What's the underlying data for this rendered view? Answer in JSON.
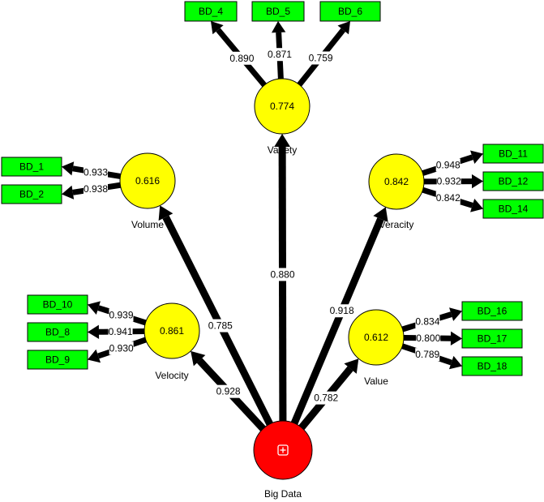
{
  "colors": {
    "construct_fill": "#ffff00",
    "root_fill": "#ff0000",
    "indicator_fill": "#00ff00",
    "path": "#000000",
    "label_bg": "#ffffff"
  },
  "root": {
    "id": "big_data",
    "label": "Big Data",
    "icon": "expand-plus-icon"
  },
  "constructs": [
    {
      "id": "variety",
      "label": "Variety",
      "r2": "0.774",
      "path_coef": "0.880"
    },
    {
      "id": "volume",
      "label": "Volume",
      "r2": "0.616",
      "path_coef": "0.785"
    },
    {
      "id": "veracity",
      "label": "Veracity",
      "r2": "0.842",
      "path_coef": "0.918"
    },
    {
      "id": "velocity",
      "label": "Velocity",
      "r2": "0.861",
      "path_coef": "0.928"
    },
    {
      "id": "value",
      "label": "Value",
      "r2": "0.612",
      "path_coef": "0.782"
    }
  ],
  "indicators": [
    {
      "id": "BD_4",
      "label": "BD_4",
      "construct": "variety",
      "loading": "0.890"
    },
    {
      "id": "BD_5",
      "label": "BD_5",
      "construct": "variety",
      "loading": "0.871"
    },
    {
      "id": "BD_6",
      "label": "BD_6",
      "construct": "variety",
      "loading": "0.759"
    },
    {
      "id": "BD_1",
      "label": "BD_1",
      "construct": "volume",
      "loading": "0.933"
    },
    {
      "id": "BD_2",
      "label": "BD_2",
      "construct": "volume",
      "loading": "0.938"
    },
    {
      "id": "BD_11",
      "label": "BD_11",
      "construct": "veracity",
      "loading": "0.948"
    },
    {
      "id": "BD_12",
      "label": "BD_12",
      "construct": "veracity",
      "loading": "0.932"
    },
    {
      "id": "BD_14",
      "label": "BD_14",
      "construct": "veracity",
      "loading": "0.842"
    },
    {
      "id": "BD_10",
      "label": "BD_10",
      "construct": "velocity",
      "loading": "0.939"
    },
    {
      "id": "BD_8",
      "label": "BD_8",
      "construct": "velocity",
      "loading": "0.941"
    },
    {
      "id": "BD_9",
      "label": "BD_9",
      "construct": "velocity",
      "loading": "0.930"
    },
    {
      "id": "BD_16",
      "label": "BD_16",
      "construct": "value",
      "loading": "0.834"
    },
    {
      "id": "BD_17",
      "label": "BD_17",
      "construct": "value",
      "loading": "0.800"
    },
    {
      "id": "BD_18",
      "label": "BD_18",
      "construct": "value",
      "loading": "0.789"
    }
  ]
}
